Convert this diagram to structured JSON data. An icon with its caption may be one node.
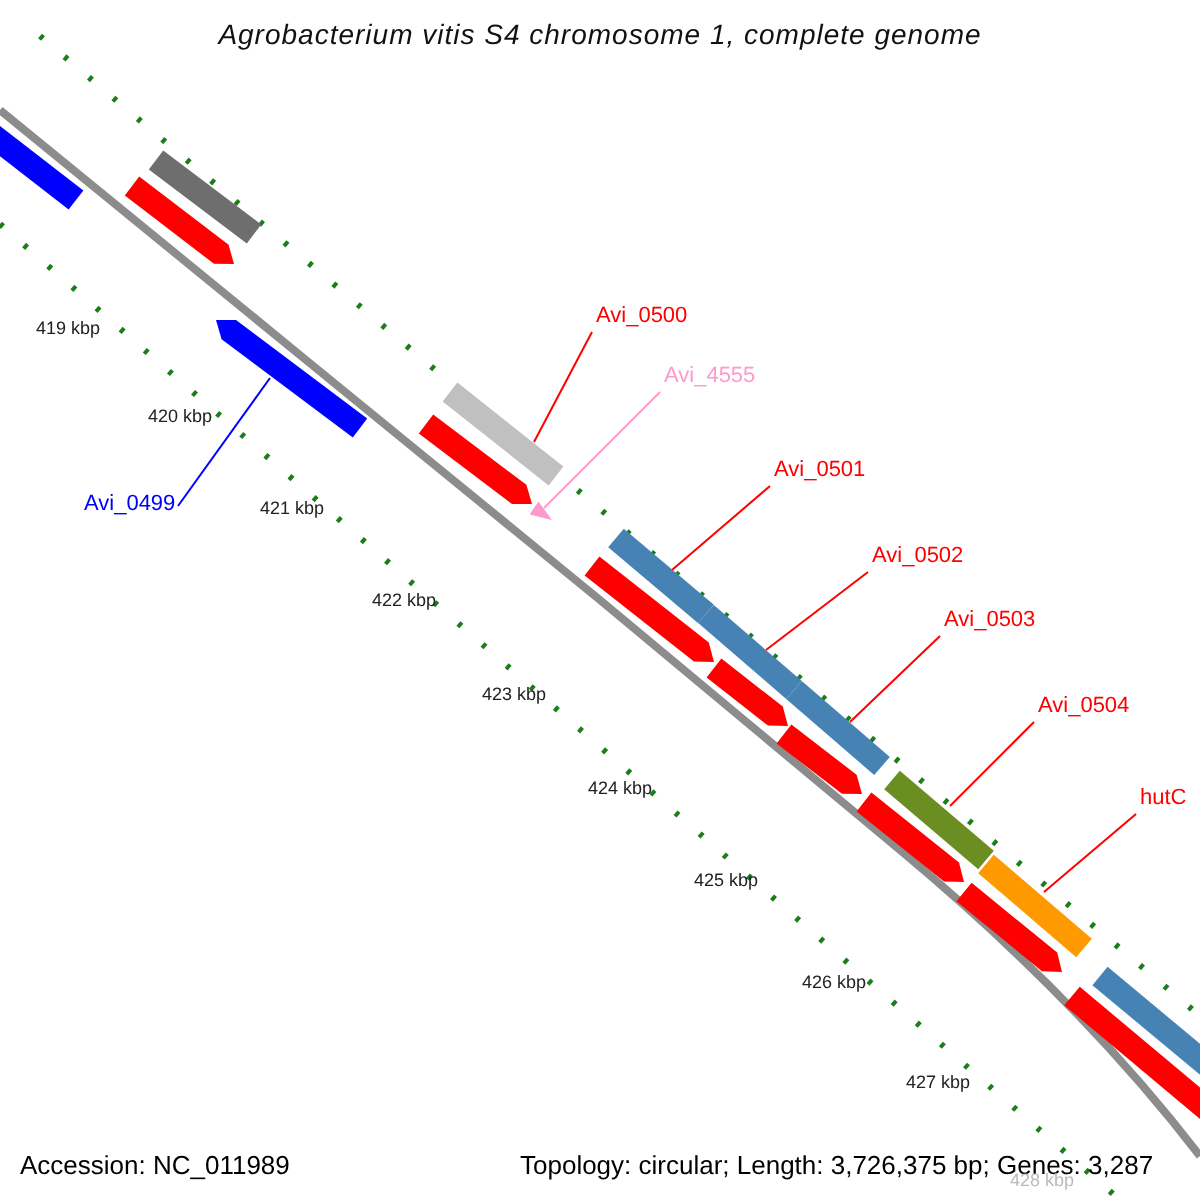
{
  "diagram": {
    "title": "Agrobacterium vitis S4 chromosome 1, complete genome",
    "nodes": [
      {
        "text": [
          "Avi_0500"
        ]
      },
      {
        "text": [
          "Avi_4555"
        ]
      },
      {
        "text": [
          "Avi_0501"
        ]
      },
      {
        "text": [
          "Avi_0499"
        ]
      },
      {
        "text": [
          "Avi_0502"
        ]
      },
      {
        "text": [
          "Avi_0503"
        ]
      },
      {
        "text": [
          "Avi_0504"
        ]
      },
      {
        "text": [
          "hutC"
        ]
      },
      {
        "text": [],
        "shape": "bar"
      },
      {
        "text": [],
        "shape": "triangle"
      },
      {
        "text": [],
        "shape": "bar"
      },
      {
        "text": [],
        "shape": "arrow"
      },
      {
        "text": [],
        "shape": "bar"
      },
      {
        "text": [],
        "shape": "bar"
      },
      {
        "text": [],
        "shape": "bar"
      },
      {
        "text": [],
        "shape": "bar"
      }
    ],
    "edges": [
      {
        "from": 0,
        "to": 8,
        "arrow": "none"
      },
      {
        "from": 1,
        "to": 9,
        "arrow": "none",
        "color": "#ff99cc"
      },
      {
        "from": 2,
        "to": 10,
        "arrow": "none"
      },
      {
        "from": 3,
        "to": 11,
        "arrow": "none",
        "color": "#0000ff"
      },
      {
        "from": 4,
        "to": 12,
        "arrow": "none"
      },
      {
        "from": 5,
        "to": 13,
        "arrow": "none"
      },
      {
        "from": 6,
        "to": 14,
        "arrow": "none"
      },
      {
        "from": 7,
        "to": 15,
        "arrow": "none"
      }
    ],
    "labels": [
      "419 kbp",
      "420 kbp",
      "421 kbp",
      "422 kbp",
      "423 kbp",
      "424 kbp",
      "425 kbp",
      "426 kbp",
      "427 kbp",
      "Accession: NC_011989",
      "Topology: circular; Length: 3,726,375 bp; Genes: 3,287",
      "428 kbp"
    ]
  }
}
